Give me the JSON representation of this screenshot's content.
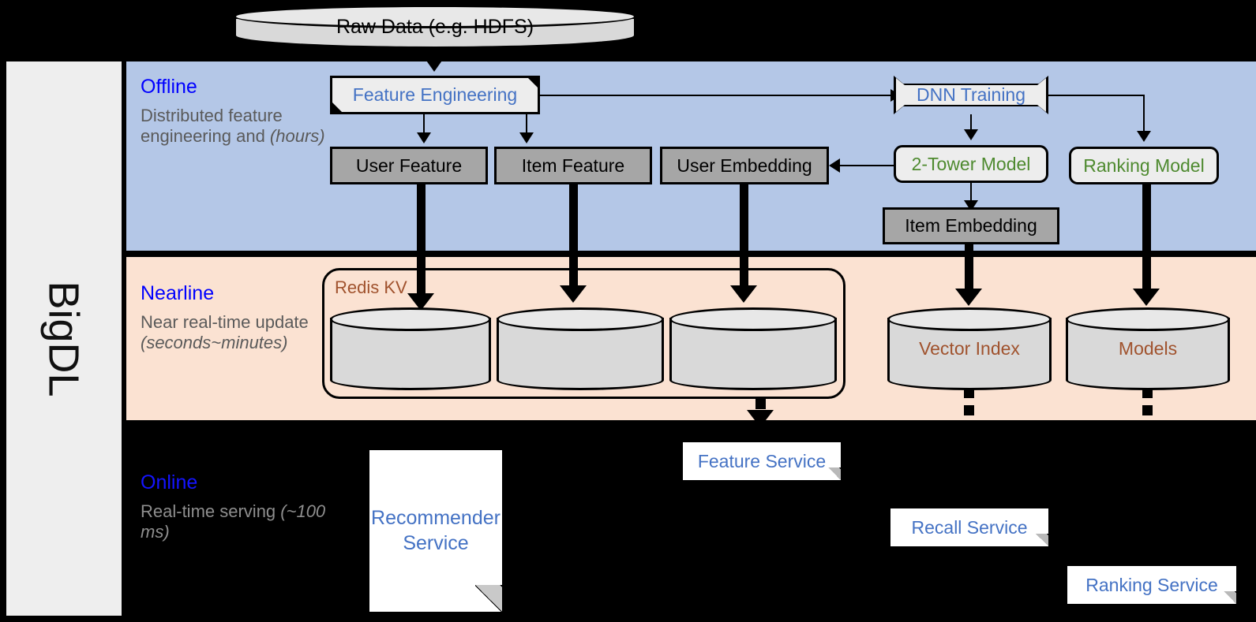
{
  "sidebar": {
    "label": "BigDL"
  },
  "bands": [
    {
      "id": "offline",
      "title": "Offline",
      "subtitle": "Distributed feature engineering and ",
      "subtitle_italic": "(hours)",
      "color": "#b4c7e7"
    },
    {
      "id": "nearline",
      "title": "Nearline",
      "subtitle": "Near real-time update ",
      "subtitle_italic": "(seconds~minutes)",
      "color": "#fbe2d2"
    },
    {
      "id": "online",
      "title": "Online",
      "subtitle": "Real-time serving ",
      "subtitle_italic": "(~100 ms)",
      "color": "#000000"
    }
  ],
  "nodes": {
    "raw_data": "Raw Data (e.g. HDFS)",
    "feature_engineering": "Feature Engineering",
    "dnn_training": "DNN Training",
    "user_feature": "User Feature",
    "item_feature": "Item Feature",
    "user_embedding": "User Embedding",
    "item_embedding": "Item Embedding",
    "two_tower_model": "2-Tower Model",
    "ranking_model": "Ranking Model",
    "redis_kv": "Redis KV",
    "vector_index": "Vector Index",
    "models": "Models",
    "feature_service": "Feature Service",
    "recommender_service": "Recommender Service",
    "recall_service": "Recall Service",
    "ranking_service": "Ranking Service"
  },
  "colors": {
    "offline_band": "#b4c7e7",
    "nearline_band": "#fbe2d2",
    "online_band": "#000000",
    "band_title": "#0000ff",
    "band_subtitle": "#5a5a5a",
    "node_blue_text": "#4472c4",
    "node_green_text": "#4e8a2f",
    "storage_brown_text": "#a0522d",
    "data_box_fill": "#a6a6a6",
    "model_box_fill": "#ededed",
    "cylinder_fill": "#d9d9d9",
    "sidebar_fill": "#eeeeee"
  }
}
